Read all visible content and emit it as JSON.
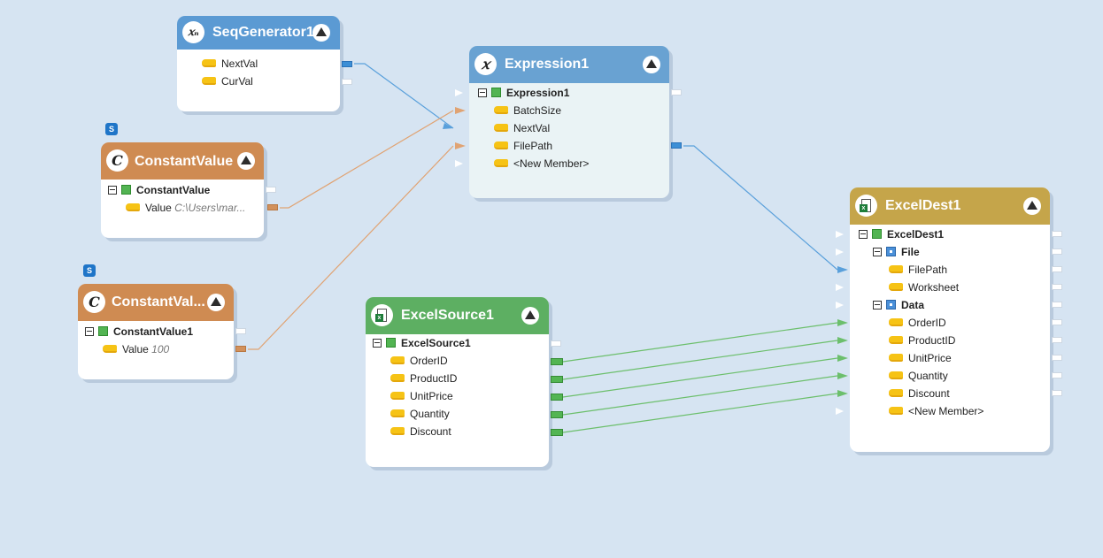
{
  "colors": {
    "canvas": "#d6e4f2",
    "seq_header": "#5b9ad3",
    "expr_header": "#69a2d2",
    "const_header": "#cf8b52",
    "source_header": "#5daf62",
    "dest_header": "#c5a54a",
    "wire_blue": "#5aa0db",
    "wire_orange": "#e0a373",
    "wire_green": "#6cbf6c"
  },
  "seq": {
    "title": "SeqGenerator1",
    "icon_glyph": "𝑥ₙ",
    "fields": [
      "NextVal",
      "CurVal"
    ]
  },
  "expr": {
    "title": "Expression1",
    "icon_glyph": "𝑥",
    "root": "Expression1",
    "fields": [
      "BatchSize",
      "NextVal",
      "FilePath",
      "<New Member>"
    ]
  },
  "const1": {
    "badge": "S",
    "title": "ConstantValue",
    "icon_glyph": "C",
    "root": "ConstantValue",
    "field": "Value",
    "value": "C:\\Users\\mar..."
  },
  "const2": {
    "badge": "S",
    "title": "ConstantVal...",
    "icon_glyph": "C",
    "root": "ConstantValue1",
    "field": "Value",
    "value": "100"
  },
  "source": {
    "title": "ExcelSource1",
    "root": "ExcelSource1",
    "fields": [
      "OrderID",
      "ProductID",
      "UnitPrice",
      "Quantity",
      "Discount"
    ]
  },
  "dest": {
    "title": "ExcelDest1",
    "root": "ExcelDest1",
    "file_group": "File",
    "file_fields": [
      "FilePath",
      "Worksheet"
    ],
    "data_group": "Data",
    "data_fields": [
      "OrderID",
      "ProductID",
      "UnitPrice",
      "Quantity",
      "Discount",
      "<New Member>"
    ]
  }
}
